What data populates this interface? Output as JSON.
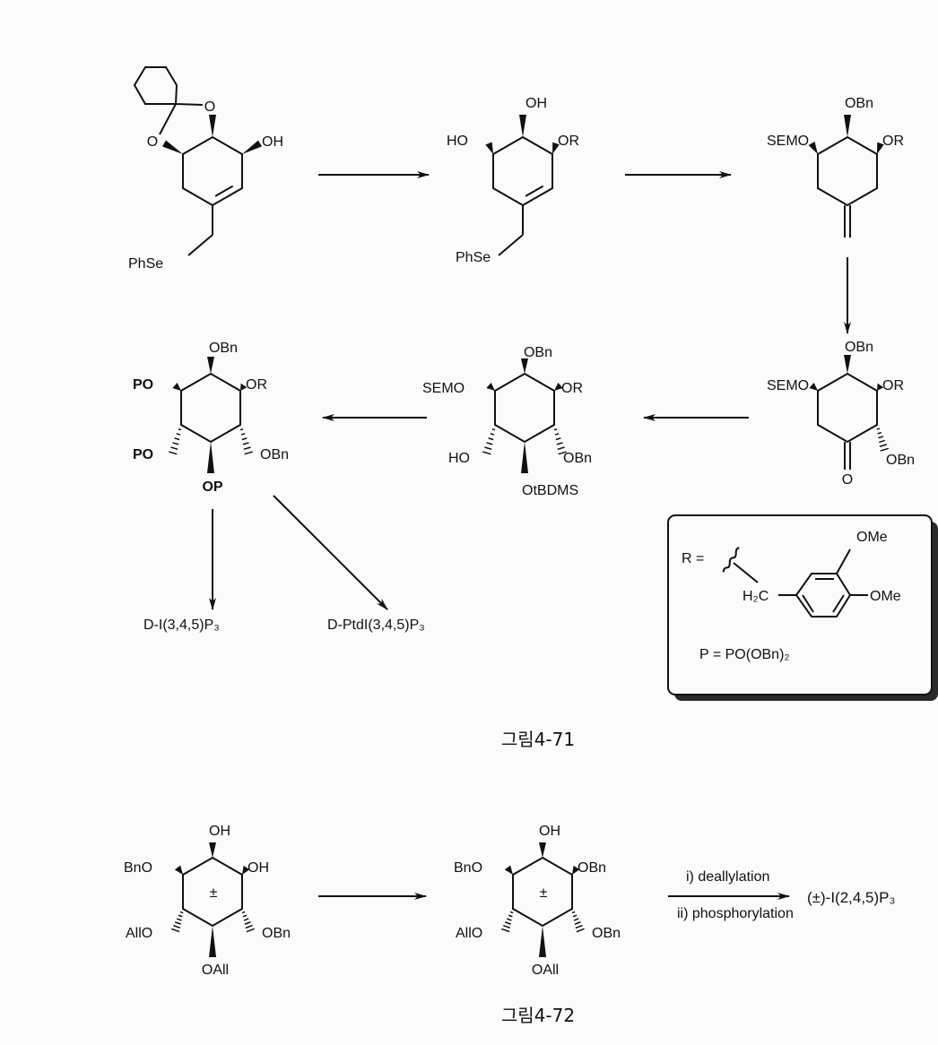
{
  "figure_4_71": {
    "caption": "그림4-71",
    "compound_1": {
      "o_ring_left": "O",
      "o_ring_top": "O",
      "oh": "OH",
      "phse": "PhSe"
    },
    "compound_2": {
      "oh": "OH",
      "ho": "HO",
      "or": "OR",
      "phse": "PhSe"
    },
    "compound_3": {
      "obn": "OBn",
      "semo": "SEMO",
      "or": "OR"
    },
    "compound_4": {
      "obn_top": "OBn",
      "semo": "SEMO",
      "or": "OR",
      "obn": "OBn",
      "ketone_o": "O"
    },
    "compound_5": {
      "obn_top": "OBn",
      "semo": "SEMO",
      "or": "OR",
      "ho": "HO",
      "obn": "OBn",
      "otbdms": "OtBDMS"
    },
    "compound_6": {
      "obn_top": "OBn",
      "po_upper": "PO",
      "or": "OR",
      "po_lower": "PO",
      "obn": "OBn",
      "op": "OP"
    },
    "product_1": "D-I(3,4,5)P₃",
    "product_2": "D-PtdI(3,4,5)P₃",
    "legend_box": {
      "r_label": "R =",
      "h2c": "H₂C",
      "ome_top": "OMe",
      "ome_right": "OMe",
      "p_def": "P = PO(OBn)₂"
    }
  },
  "figure_4_72": {
    "caption": "그림4-72",
    "compound_a": {
      "oh_top": "OH",
      "oh_right": "OH",
      "bno": "BnO",
      "allo": "AllO",
      "obn": "OBn",
      "oall": "OAll",
      "racemic": "±"
    },
    "compound_b": {
      "oh_top": "OH",
      "obn_right": "OBn",
      "bno": "BnO",
      "allo": "AllO",
      "obn": "OBn",
      "oall": "OAll",
      "racemic": "±"
    },
    "step_1": "i) deallylation",
    "step_2": "ii) phosphorylation",
    "product": "(±)-I(2,4,5)P₃"
  }
}
